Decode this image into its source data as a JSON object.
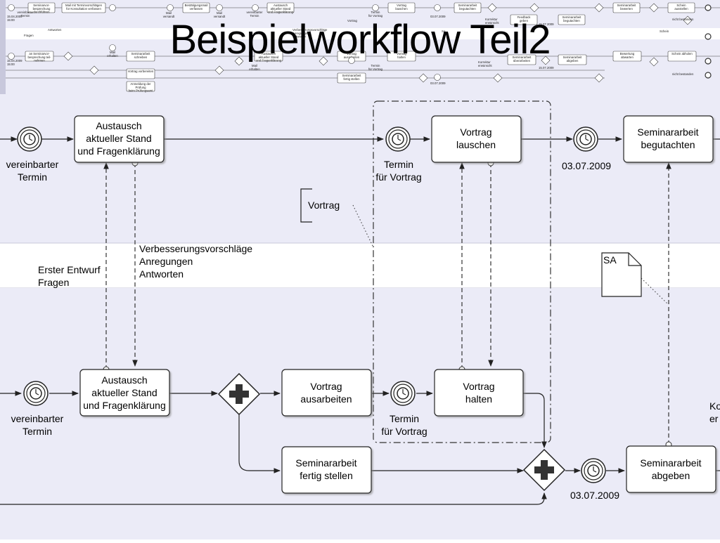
{
  "slide": {
    "title": "Beispielworkflow Teil2"
  },
  "thumbnail": {
    "labels": {
      "t1": "Seminarvor-\nbesprechung\ndurchführen",
      "t2": "Mail mit Terminvorschlägen\nfür Konsultation verfassen",
      "t3": "Bestätigungsmail\nverfassen",
      "t4": "Austausch\naktueller Stand\nund Fragenklärung",
      "t5": "Vortrag\nlauschen",
      "t6": "Seminararbeit\nbegutachten",
      "t7": "Seminararbeit\nbewerten",
      "t8": "Schein\nausstellen",
      "t9": "Feedback\ngeben",
      "t10": "Seminararbeit\nbegutachten",
      "b1": "an Seminarvor-\nbesprechung teil-\nnehmen",
      "b2": "Seminararbeit\nschreiben",
      "b3": "Austausch\naktueller Stand\nund Fragenklärung",
      "b4": "Vortrag\nausarbeiten",
      "b5": "Vortrag\nhalten",
      "b6": "Seminararbeit\nüberarbeiten",
      "b7": "Seminararbeit\nabgeben",
      "b8": "Bewertung\nabwarten",
      "b9": "Schein abholen",
      "b10": "Vortrag vorbereiten",
      "b11": "Seminararbeit\nfertig stellen",
      "b12": "Anmeldung der\nPrüfung\nbeim Prüfungsamt",
      "c1": "15.04.2009\n15:00",
      "c2": "15.04.2009\n15:00",
      "c3": "03.07.2009",
      "c4": "15.07.2009",
      "c5": "03.07.2009",
      "c6": "15.07.2009",
      "l1": "Fragen",
      "l2": "Antworten",
      "l3": "Verbesserungsvorschläge\nAnregungen\nAntworten",
      "l4": "Vortrag",
      "l5": "SA",
      "l6": "Mail\nversandt",
      "l7": "Mail\nerhalten",
      "l8": "Mail\nversandt",
      "l9": "Mail\nerhalten",
      "l10": "vereinbarter\nTermin",
      "l11": "vereinbarter\nTermin",
      "l12": "Termin\nfür Vortrag",
      "l13": "Termin\nfür Vortrag",
      "l14": "nicht bestanden",
      "l15": "nicht bestanden",
      "l16": "Korrektur\nerwünscht",
      "l17": "Korrektur\nerwünscht",
      "l18": "Schein"
    }
  },
  "diagram": {
    "top": {
      "event1_label": "vereinbarter\nTermin",
      "task1": "Austausch\naktueller Stand\nund Fragenklärung",
      "event2_label": "Termin\nfür Vortrag",
      "task2": "Vortrag\nlauschen",
      "event3_label": "03.07.2009",
      "task3": "Seminararbeit\nbegutachten"
    },
    "annotation": "Vortrag",
    "message_left": "Erster Entwurf\nFragen",
    "message_middle": "Verbesserungsvorschläge\nAnregungen\nAntworten",
    "document_label": "SA",
    "bottom": {
      "event1_label": "vereinbarter\nTermin",
      "task1": "Austausch\naktueller Stand\nund Fragenklärung",
      "task2": "Vortrag\nausarbeiten",
      "event2_label": "Termin\nfür Vortrag",
      "task3": "Vortrag\nhalten",
      "task4": "Seminararbeit\nfertig stellen",
      "event3_label": "03.07.2009",
      "task5": "Seminararbeit\nabgeben",
      "cut_label": "Ko\ner"
    }
  },
  "colors": {
    "pool": "#ebebf7",
    "band": "#ffffff",
    "stroke": "#222222",
    "task_fill": "#ffffff"
  }
}
